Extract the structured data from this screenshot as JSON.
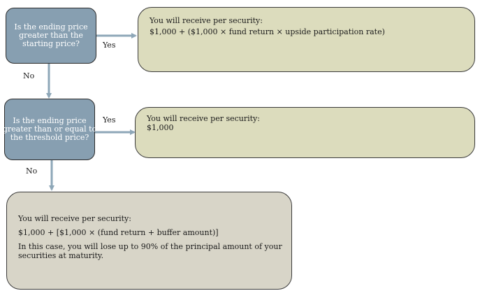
{
  "decisions": [
    {
      "lines": [
        "Is the ending price",
        "greater than the",
        "starting price?"
      ]
    },
    {
      "lines": [
        "Is the ending price",
        "greater than or equal to",
        "the threshold price?"
      ]
    }
  ],
  "outcomes": [
    {
      "lines": [
        "You will receive per security:",
        "$1,000 + ($1,000 × fund return × upside participation rate)"
      ]
    },
    {
      "lines": [
        "You will receive per security:",
        "$1,000"
      ]
    },
    {
      "lines": [
        "You will receive per security:",
        "$1,000 + [$1,000 × (fund return + buffer amount)]",
        "In this case, you will lose up to 90% of the principal amount of your",
        "securities at maturity."
      ]
    }
  ],
  "labels": {
    "yes1": "Yes",
    "no1": "No",
    "yes2": "Yes",
    "no2": "No"
  },
  "colors": {
    "decision_fill": "#879fb1",
    "outcome_fill": "#dcdcbd",
    "final_fill": "#d8d5c8",
    "arrow": "#8ea7b8"
  }
}
